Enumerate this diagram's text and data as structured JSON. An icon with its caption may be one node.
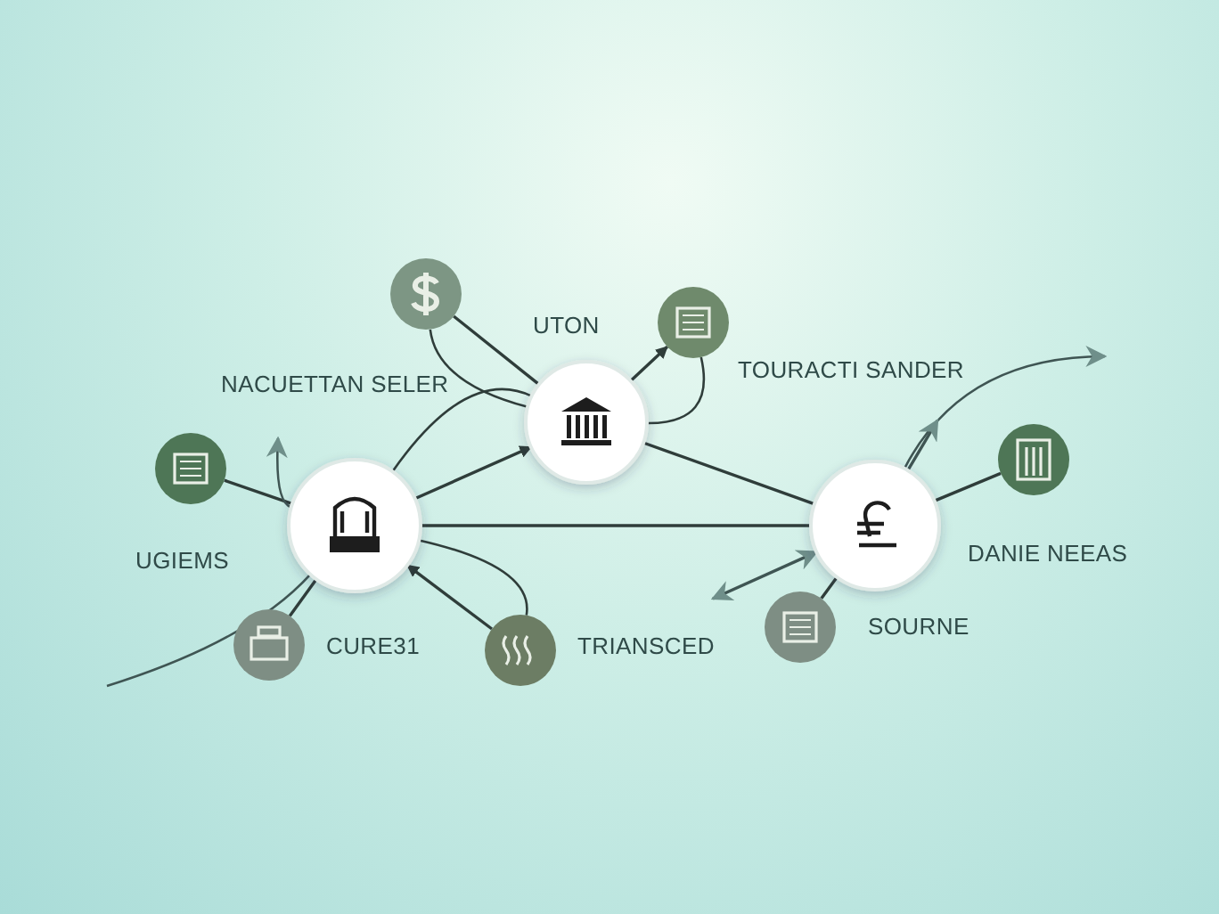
{
  "diagram": {
    "nodes": [
      {
        "text": [],
        "shape": "circle"
      },
      {
        "text": [],
        "shape": "circle"
      },
      {
        "text": [],
        "shape": "circle"
      },
      {
        "text": [],
        "shape": "circle"
      },
      {
        "text": [],
        "shape": "circle"
      },
      {
        "text": [],
        "shape": "circle"
      },
      {
        "text": [],
        "shape": "circle"
      },
      {
        "text": [],
        "shape": "circle"
      },
      {
        "text": [],
        "shape": "circle"
      },
      {
        "text": [],
        "shape": "circle"
      }
    ],
    "edges": [
      {
        "from": 0,
        "to": 2,
        "arrow": "none"
      },
      {
        "from": 0,
        "to": 2,
        "arrow": "none"
      },
      {
        "from": 2,
        "to": 1,
        "arrow": "to"
      },
      {
        "from": 1,
        "to": 2,
        "arrow": "none"
      },
      {
        "from": 5,
        "to": 2,
        "arrow": "to"
      },
      {
        "from": 5,
        "to": 2,
        "arrow": "none"
      },
      {
        "from": 2,
        "to": 6,
        "arrow": "none"
      },
      {
        "from": 5,
        "to": 6,
        "arrow": "none"
      },
      {
        "from": 4,
        "to": 5,
        "arrow": "none"
      },
      {
        "from": 5,
        "to": null,
        "arrow": "to"
      },
      {
        "from": null,
        "to": 5,
        "arrow": "none"
      },
      {
        "from": 7,
        "to": 5,
        "arrow": "none"
      },
      {
        "from": 9,
        "to": 5,
        "arrow": "to"
      },
      {
        "from": 9,
        "to": 5,
        "arrow": "none"
      },
      {
        "from": 6,
        "to": null,
        "arrow": "to"
      },
      {
        "from": 6,
        "to": null,
        "arrow": "to"
      },
      {
        "from": 3,
        "to": 6,
        "arrow": "none"
      },
      {
        "from": 6,
        "to": null,
        "arrow": "both"
      },
      {
        "from": 8,
        "to": 6,
        "arrow": "none"
      }
    ],
    "labels": [
      "UTON",
      "NACUETTAN SELER",
      "TOURACTI SANDER",
      "UGIEMS",
      "DANIE NEEAS",
      "SOURNE",
      "CURE31",
      "TRIANSCED"
    ]
  }
}
